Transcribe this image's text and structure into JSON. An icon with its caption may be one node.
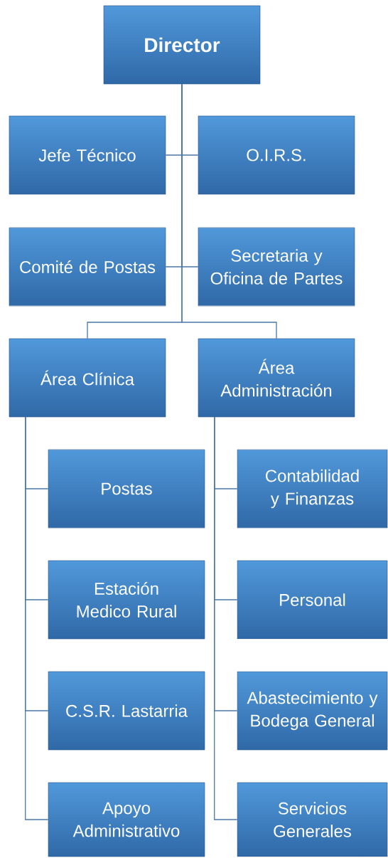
{
  "diagram": {
    "nodes": [
      {
        "text": [
          "Director"
        ]
      },
      {
        "text": [
          "Jefe Técnico"
        ]
      },
      {
        "text": [
          "O.I.R.S."
        ]
      },
      {
        "text": [
          "Comité de Postas"
        ]
      },
      {
        "text": [
          "Secretaria y Oficina de Partes"
        ]
      },
      {
        "text": [
          "Área Clínica"
        ]
      },
      {
        "text": [
          "Área Administración"
        ]
      },
      {
        "text": [
          "Postas"
        ]
      },
      {
        "text": [
          "Contabilidad y Finanzas"
        ]
      },
      {
        "text": [
          "Estación Medico Rural"
        ]
      },
      {
        "text": [
          "Personal"
        ]
      },
      {
        "text": [
          "C.S.R. Lastarria"
        ]
      },
      {
        "text": [
          "Abastecimiento y Bodega General"
        ]
      },
      {
        "text": [
          "Apoyo Administrativo"
        ]
      },
      {
        "text": [
          "Servicios Generales"
        ]
      }
    ],
    "edges": [
      {
        "from": 0,
        "to": 1,
        "arrow": "none"
      },
      {
        "from": 0,
        "to": 2,
        "arrow": "none"
      },
      {
        "from": 0,
        "to": 3,
        "arrow": "none"
      },
      {
        "from": 0,
        "to": 4,
        "arrow": "none"
      },
      {
        "from": 0,
        "to": 5,
        "arrow": "none"
      },
      {
        "from": 0,
        "to": 6,
        "arrow": "none"
      },
      {
        "from": 5,
        "to": 7,
        "arrow": "none"
      },
      {
        "from": 5,
        "to": 9,
        "arrow": "none"
      },
      {
        "from": 5,
        "to": 11,
        "arrow": "none"
      },
      {
        "from": 5,
        "to": 13,
        "arrow": "none"
      },
      {
        "from": 6,
        "to": 8,
        "arrow": "none"
      },
      {
        "from": 6,
        "to": 10,
        "arrow": "none"
      },
      {
        "from": 6,
        "to": 12,
        "arrow": "none"
      },
      {
        "from": 6,
        "to": 14,
        "arrow": "none"
      }
    ]
  }
}
